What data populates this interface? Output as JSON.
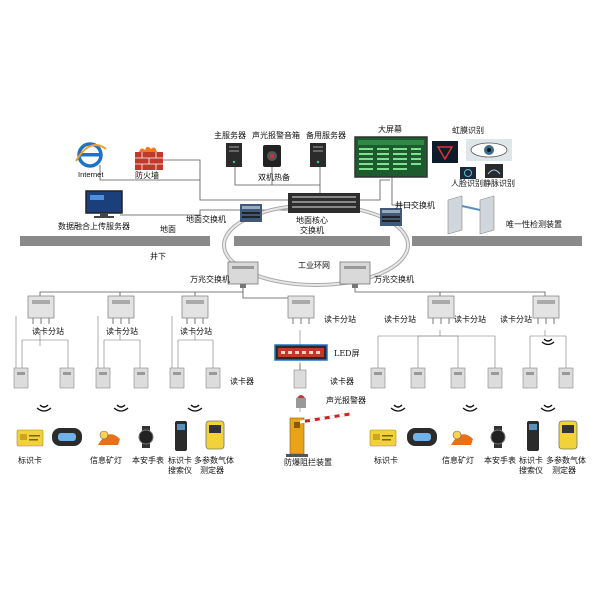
{
  "colors": {
    "ground": "#8a8a8a",
    "box": "#d9d9d9",
    "box_dark": "#6f6f6f",
    "card_yellow": "#f2d23a",
    "led_red": "#c0392b",
    "gate_yellow": "#e8a317",
    "screen_green": "#1d5b2e",
    "ie_blue": "#1e73c8",
    "firewall_red": "#c0392b"
  },
  "labels": {
    "internet": "Internet",
    "firewall": "防火墙",
    "main_server": "主服务器",
    "sound_light_box": "声光报警音箱",
    "backup_server": "备用服务器",
    "hot_standby": "双机热备",
    "big_screen": "大屏幕",
    "iris": "虹膜识别",
    "face": "人脸识别",
    "vein": "静脉识别",
    "upload_server": "数据融合上传服务器",
    "ground_switch": "地面交换机",
    "core_switch_line1": "地面核心",
    "core_switch_line2": "交换机",
    "well_switch": "井口交换机",
    "unique_check": "唯一性检测装置",
    "surface": "地面",
    "underground": "井下",
    "ring": "工业环网",
    "gigabit_left": "万兆交换机",
    "gigabit_right": "万兆交换机",
    "reader_station_1": "读卡分站",
    "reader_station_2": "读卡分站",
    "reader_station_3": "读卡分站",
    "reader_station_4": "读卡分站",
    "reader_station_5": "读卡分站",
    "reader_station_6": "读卡分站",
    "reader_station_7": "读卡分站",
    "reader_left": "读卡器",
    "reader_mid": "读卡器",
    "led": "LED屏",
    "alarm": "声光报警器",
    "barrier": "防爆阻拦装置",
    "left_devices": {
      "tag": "标识卡",
      "lamp": "信息矿灯",
      "watch": "本安手表",
      "finder_1": "标识卡",
      "finder_2": "搜索仪",
      "gas_1": "多参数气体",
      "gas_2": "测定器"
    },
    "right_devices": {
      "tag": "标识卡",
      "lamp": "信息矿灯",
      "watch": "本安手表",
      "finder_1": "标识卡",
      "finder_2": "搜索仪",
      "gas_1": "多参数气体",
      "gas_2": "测定器"
    }
  },
  "icons": {
    "internet": "ie-logo-icon",
    "firewall": "brick-wall-icon",
    "server": "server-tower-icon",
    "speaker": "speaker-box-icon",
    "monitor": "monitor-icon",
    "switch": "network-switch-icon",
    "gate": "turnstile-gate-icon",
    "station": "reader-substation-icon",
    "reader": "card-reader-icon",
    "signal": "wireless-signal-icon",
    "tag": "id-card-icon",
    "lamp": "cap-lamp-icon",
    "watch": "smart-watch-icon",
    "finder": "handheld-finder-icon",
    "gas": "gas-detector-icon",
    "led": "led-display-icon",
    "alarm": "alarm-beacon-icon",
    "barrier": "barrier-gate-icon"
  }
}
